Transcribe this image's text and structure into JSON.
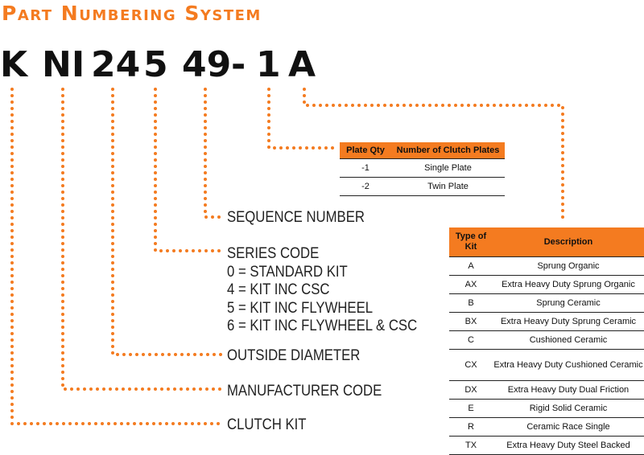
{
  "title": "Part Numbering System",
  "part_number": {
    "segments": [
      "K",
      "NI",
      "24",
      "5",
      "49",
      "-",
      "1",
      "A"
    ]
  },
  "labels": {
    "sequence_number": "SEQUENCE NUMBER",
    "series_code": {
      "heading": "SERIES CODE",
      "lines": [
        "0 = STANDARD KIT",
        "4 = KIT INC CSC",
        "5 = KIT INC FLYWHEEL",
        "6 = KIT INC FLYWHEEL & CSC"
      ]
    },
    "outside_diameter": "OUTSIDE DIAMETER",
    "manufacturer_code": "MANUFACTURER CODE",
    "clutch_kit": "CLUTCH KIT"
  },
  "plate_table": {
    "headers": [
      "Plate Qty",
      "Number of Clutch Plates"
    ],
    "rows": [
      [
        "-1",
        "Single Plate"
      ],
      [
        "-2",
        "Twin Plate"
      ]
    ]
  },
  "kit_table": {
    "headers": [
      "Type of Kit",
      "Description"
    ],
    "rows": [
      [
        "A",
        "Sprung Organic"
      ],
      [
        "AX",
        "Extra Heavy Duty Sprung Organic"
      ],
      [
        "B",
        "Sprung Ceramic"
      ],
      [
        "BX",
        "Extra Heavy Duty Sprung Ceramic"
      ],
      [
        "C",
        "Cushioned Ceramic"
      ],
      [
        "CX",
        "Extra Heavy Duty Cushioned Ceramic"
      ],
      [
        "DX",
        "Extra Heavy Duty Dual Friction"
      ],
      [
        "E",
        "Rigid Solid Ceramic"
      ],
      [
        "R",
        "Ceramic Race Single"
      ],
      [
        "TX",
        "Extra Heavy Duty Steel Backed"
      ]
    ]
  },
  "colors": {
    "accent": "#f47b20",
    "text": "#111111"
  }
}
